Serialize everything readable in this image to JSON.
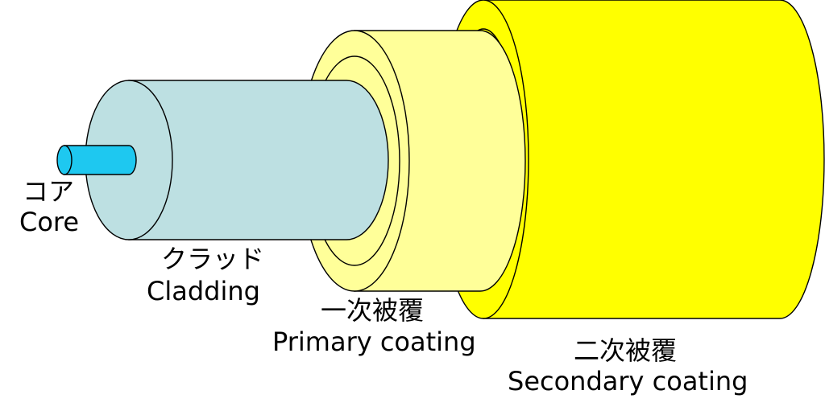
{
  "colors": {
    "core": "#1ec8f0",
    "cladding": "#bde0e2",
    "primary_coating": "#ffff99",
    "secondary_coating": "#ffff00",
    "outline": "#000000"
  },
  "layers": [
    {
      "id": "core",
      "ja": "コア",
      "en": "Core"
    },
    {
      "id": "cladding",
      "ja": "クラッド",
      "en": "Cladding"
    },
    {
      "id": "primary",
      "ja": "一次被覆",
      "en": "Primary coating"
    },
    {
      "id": "secondary",
      "ja": "二次被覆",
      "en": "Secondary coating"
    }
  ]
}
